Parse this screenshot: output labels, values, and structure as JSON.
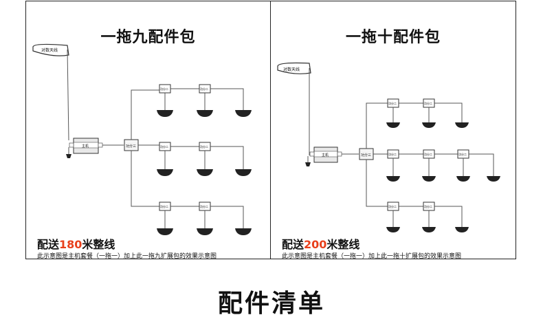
{
  "left_panel": {
    "title": "一拖九配件包",
    "cable_prefix": "配送",
    "cable_length": "180",
    "cable_suffix": "米整线",
    "note": "此示意图是主机套餐（一拖一）加上此一拖九扩展包的效果示意图",
    "antenna_label": "对数天线",
    "host_label": "主机",
    "splitter_label": "功分三",
    "splitter2_label": "功分二"
  },
  "right_panel": {
    "title": "一拖十配件包",
    "cable_prefix": "配送",
    "cable_length": "200",
    "cable_suffix": "米整线",
    "note": "此示意图是主机套餐（一拖一）加上此一拖十扩展包的效果示意图",
    "antenna_label": "对数天线",
    "host_label": "主机",
    "splitter_label": "功分三",
    "splitter2_label": "功分二"
  },
  "footer": {
    "title": "配件清单"
  },
  "colors": {
    "accent": "#e8401c",
    "line": "#555555",
    "dome": "#222222"
  }
}
